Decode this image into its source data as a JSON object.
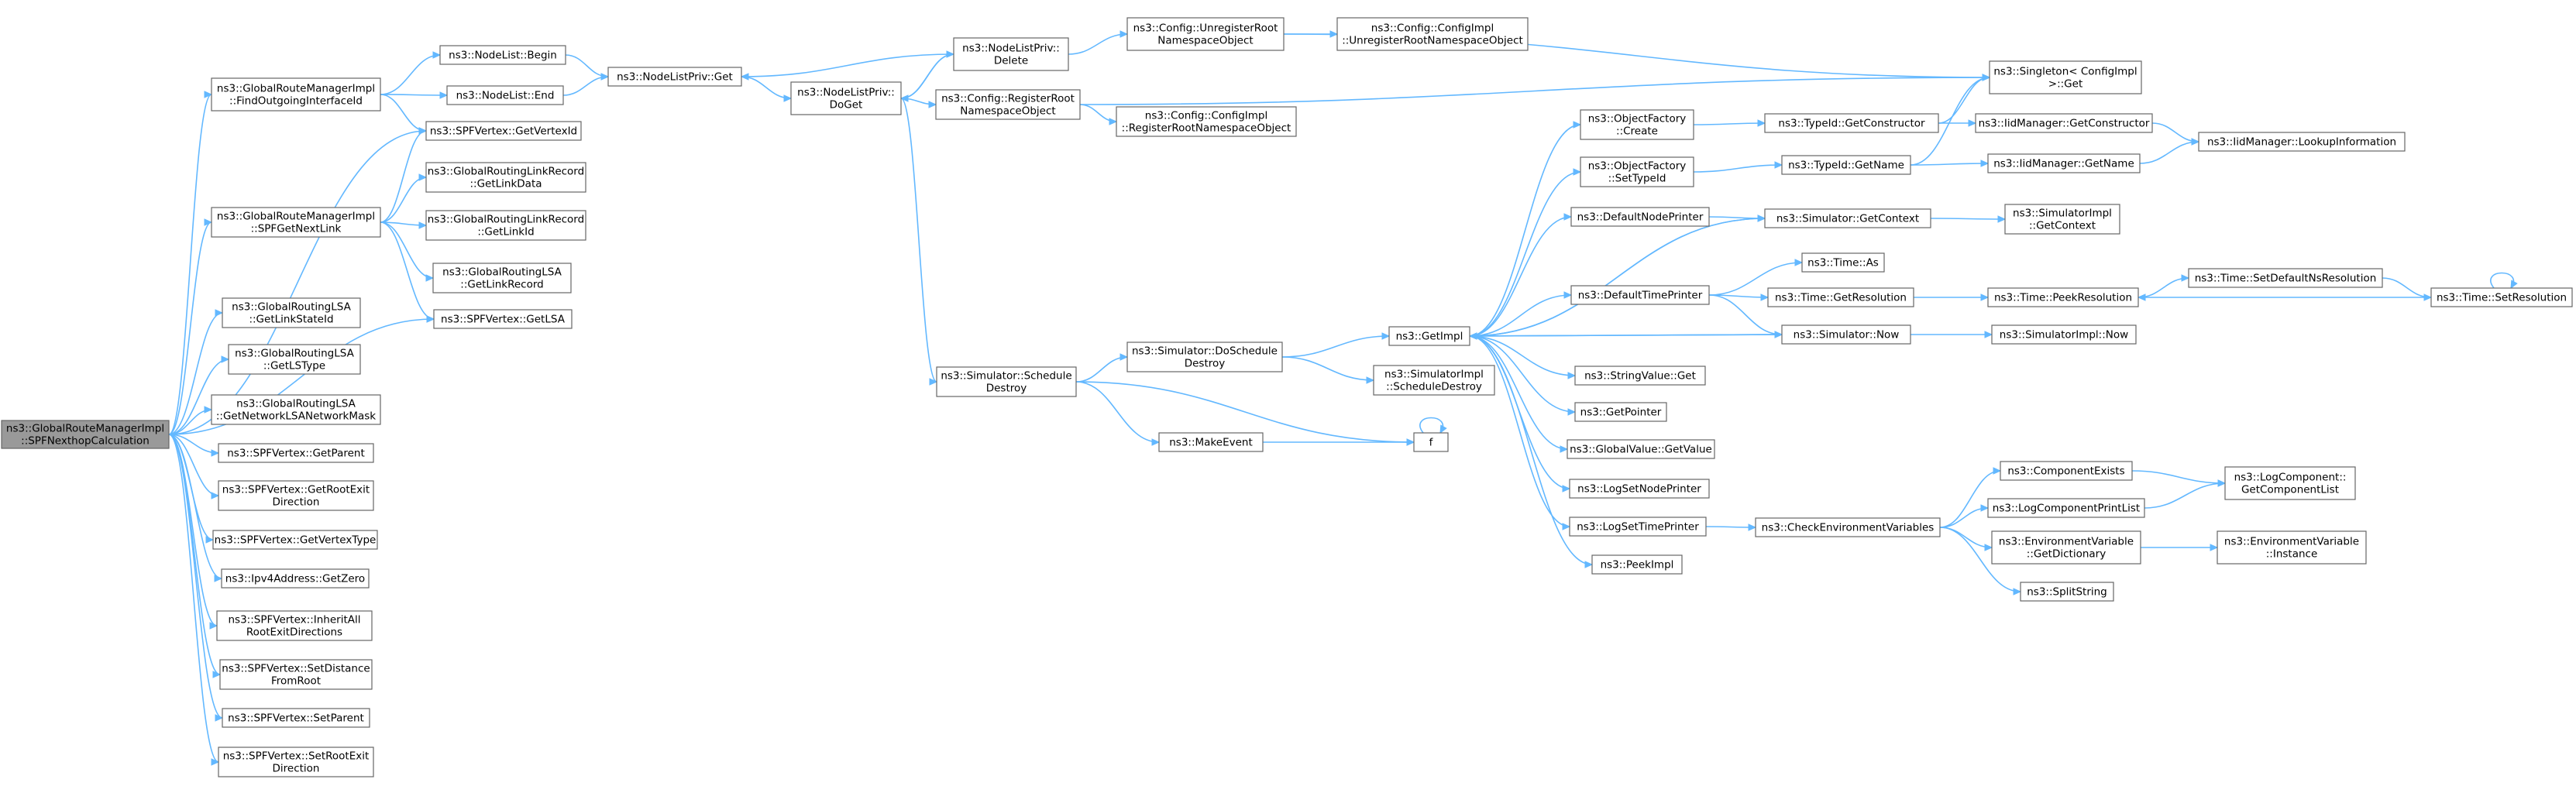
{
  "diagram": {
    "colors": {
      "edge": "#63b8ff",
      "node_border": "#666666",
      "root_fill": "#999999",
      "node_fill": "#ffffff"
    },
    "nodes": [
      {
        "id": "root",
        "lines": [
          "ns3::GlobalRouteManagerImpl",
          "::SPFNexthopCalculation"
        ],
        "root": true
      },
      {
        "id": "findOut",
        "lines": [
          "ns3::GlobalRouteManagerImpl",
          "::FindOutgoingInterfaceId"
        ]
      },
      {
        "id": "spfGetNext",
        "lines": [
          "ns3::GlobalRouteManagerImpl",
          "::SPFGetNextLink"
        ]
      },
      {
        "id": "lsaStateId",
        "lines": [
          "ns3::GlobalRoutingLSA",
          "::GetLinkStateId"
        ]
      },
      {
        "id": "lsaLSType",
        "lines": [
          "ns3::GlobalRoutingLSA",
          "::GetLSType"
        ]
      },
      {
        "id": "lsaMask",
        "lines": [
          "ns3::GlobalRoutingLSA",
          "::GetNetworkLSANetworkMask"
        ]
      },
      {
        "id": "vGetParent",
        "lines": [
          "ns3::SPFVertex::GetParent"
        ]
      },
      {
        "id": "vGetRootExit",
        "lines": [
          "ns3::SPFVertex::GetRootExit",
          "Direction"
        ]
      },
      {
        "id": "vGetType",
        "lines": [
          "ns3::SPFVertex::GetVertexType"
        ]
      },
      {
        "id": "ipv4Zero",
        "lines": [
          "ns3::Ipv4Address::GetZero"
        ]
      },
      {
        "id": "vInherit",
        "lines": [
          "ns3::SPFVertex::InheritAll",
          "RootExitDirections"
        ]
      },
      {
        "id": "vSetDist",
        "lines": [
          "ns3::SPFVertex::SetDistance",
          "FromRoot"
        ]
      },
      {
        "id": "vSetParent",
        "lines": [
          "ns3::SPFVertex::SetParent"
        ]
      },
      {
        "id": "vSetRootExit",
        "lines": [
          "ns3::SPFVertex::SetRootExit",
          "Direction"
        ]
      },
      {
        "id": "nlBegin",
        "lines": [
          "ns3::NodeList::Begin"
        ]
      },
      {
        "id": "nlEnd",
        "lines": [
          "ns3::NodeList::End"
        ]
      },
      {
        "id": "vGetVertexId",
        "lines": [
          "ns3::SPFVertex::GetVertexId"
        ]
      },
      {
        "id": "grlrLinkData",
        "lines": [
          "ns3::GlobalRoutingLinkRecord",
          "::GetLinkData"
        ]
      },
      {
        "id": "grlrLinkId",
        "lines": [
          "ns3::GlobalRoutingLinkRecord",
          "::GetLinkId"
        ]
      },
      {
        "id": "lsaLinkRecord",
        "lines": [
          "ns3::GlobalRoutingLSA",
          "::GetLinkRecord"
        ]
      },
      {
        "id": "vGetLSA",
        "lines": [
          "ns3::SPFVertex::GetLSA"
        ]
      },
      {
        "id": "nlpGet",
        "lines": [
          "ns3::NodeListPriv::Get"
        ]
      },
      {
        "id": "nlpDoGet",
        "lines": [
          "ns3::NodeListPriv::",
          "DoGet"
        ]
      },
      {
        "id": "nlpDelete",
        "lines": [
          "ns3::NodeListPriv::",
          "Delete"
        ]
      },
      {
        "id": "cfgRegister",
        "lines": [
          "ns3::Config::RegisterRoot",
          "NamespaceObject"
        ]
      },
      {
        "id": "cfgUnregister",
        "lines": [
          "ns3::Config::UnregisterRoot",
          "NamespaceObject"
        ]
      },
      {
        "id": "cfgImplUnreg",
        "lines": [
          "ns3::Config::ConfigImpl",
          "::UnregisterRootNamespaceObject"
        ]
      },
      {
        "id": "cfgImplReg",
        "lines": [
          "ns3::Config::ConfigImpl",
          "::RegisterRootNamespaceObject"
        ]
      },
      {
        "id": "singleton",
        "lines": [
          "ns3::Singleton< ConfigImpl",
          ">::Get"
        ]
      },
      {
        "id": "simSchedDestroy",
        "lines": [
          "ns3::Simulator::Schedule",
          "Destroy"
        ]
      },
      {
        "id": "simDoSched",
        "lines": [
          "ns3::Simulator::DoSchedule",
          "Destroy"
        ]
      },
      {
        "id": "simImplSched",
        "lines": [
          "ns3::SimulatorImpl",
          "::ScheduleDestroy"
        ]
      },
      {
        "id": "makeEvent",
        "lines": [
          "ns3::MakeEvent"
        ]
      },
      {
        "id": "f",
        "lines": [
          "f"
        ]
      },
      {
        "id": "getImpl",
        "lines": [
          "ns3::GetImpl"
        ]
      },
      {
        "id": "objFactCreate",
        "lines": [
          "ns3::ObjectFactory",
          "::Create"
        ]
      },
      {
        "id": "objFactSetType",
        "lines": [
          "ns3::ObjectFactory",
          "::SetTypeId"
        ]
      },
      {
        "id": "defNodePrinter",
        "lines": [
          "ns3::DefaultNodePrinter"
        ]
      },
      {
        "id": "defTimePrinter",
        "lines": [
          "ns3::DefaultTimePrinter"
        ]
      },
      {
        "id": "strValGet",
        "lines": [
          "ns3::StringValue::Get"
        ]
      },
      {
        "id": "getPointer",
        "lines": [
          "ns3::GetPointer"
        ]
      },
      {
        "id": "gvGetValue",
        "lines": [
          "ns3::GlobalValue::GetValue"
        ]
      },
      {
        "id": "logSetNode",
        "lines": [
          "ns3::LogSetNodePrinter"
        ]
      },
      {
        "id": "logSetTime",
        "lines": [
          "ns3::LogSetTimePrinter"
        ]
      },
      {
        "id": "peekImpl",
        "lines": [
          "ns3::PeekImpl"
        ]
      },
      {
        "id": "typeIdGetCons",
        "lines": [
          "ns3::TypeId::GetConstructor"
        ]
      },
      {
        "id": "typeIdGetName",
        "lines": [
          "ns3::TypeId::GetName"
        ]
      },
      {
        "id": "simGetContext",
        "lines": [
          "ns3::Simulator::GetContext"
        ]
      },
      {
        "id": "timeAs",
        "lines": [
          "ns3::Time::As"
        ]
      },
      {
        "id": "timeGetRes",
        "lines": [
          "ns3::Time::GetResolution"
        ]
      },
      {
        "id": "simNow",
        "lines": [
          "ns3::Simulator::Now"
        ]
      },
      {
        "id": "checkEnv",
        "lines": [
          "ns3::CheckEnvironmentVariables"
        ]
      },
      {
        "id": "iidGetCons",
        "lines": [
          "ns3::IidManager::GetConstructor"
        ]
      },
      {
        "id": "iidGetName",
        "lines": [
          "ns3::IidManager::GetName"
        ]
      },
      {
        "id": "iidLookup",
        "lines": [
          "ns3::IidManager::LookupInformation"
        ]
      },
      {
        "id": "simImplGetCtx",
        "lines": [
          "ns3::SimulatorImpl",
          "::GetContext"
        ]
      },
      {
        "id": "timePeekRes",
        "lines": [
          "ns3::Time::PeekResolution"
        ]
      },
      {
        "id": "simImplNow",
        "lines": [
          "ns3::SimulatorImpl::Now"
        ]
      },
      {
        "id": "timeSetDefNs",
        "lines": [
          "ns3::Time::SetDefaultNsResolution"
        ]
      },
      {
        "id": "timeSetRes",
        "lines": [
          "ns3::Time::SetResolution"
        ]
      },
      {
        "id": "compExists",
        "lines": [
          "ns3::ComponentExists"
        ]
      },
      {
        "id": "logCompPrint",
        "lines": [
          "ns3::LogComponentPrintList"
        ]
      },
      {
        "id": "envGetDict",
        "lines": [
          "ns3::EnvironmentVariable",
          "::GetDictionary"
        ]
      },
      {
        "id": "splitString",
        "lines": [
          "ns3::SplitString"
        ]
      },
      {
        "id": "logCompGetList",
        "lines": [
          "ns3::LogComponent::",
          "GetComponentList"
        ]
      },
      {
        "id": "envInstance",
        "lines": [
          "ns3::EnvironmentVariable",
          "::Instance"
        ]
      }
    ],
    "edges": [
      [
        "root",
        "findOut"
      ],
      [
        "root",
        "spfGetNext"
      ],
      [
        "root",
        "lsaStateId"
      ],
      [
        "root",
        "lsaLSType"
      ],
      [
        "root",
        "lsaMask"
      ],
      [
        "root",
        "vGetParent"
      ],
      [
        "root",
        "vGetRootExit"
      ],
      [
        "root",
        "vGetType"
      ],
      [
        "root",
        "ipv4Zero"
      ],
      [
        "root",
        "vInherit"
      ],
      [
        "root",
        "vSetDist"
      ],
      [
        "root",
        "vSetParent"
      ],
      [
        "root",
        "vSetRootExit"
      ],
      [
        "root",
        "vGetVertexId"
      ],
      [
        "root",
        "vGetLSA"
      ],
      [
        "findOut",
        "nlBegin"
      ],
      [
        "findOut",
        "nlEnd"
      ],
      [
        "findOut",
        "vGetVertexId"
      ],
      [
        "spfGetNext",
        "grlrLinkData"
      ],
      [
        "spfGetNext",
        "grlrLinkId"
      ],
      [
        "spfGetNext",
        "lsaLinkRecord"
      ],
      [
        "spfGetNext",
        "vGetLSA"
      ],
      [
        "spfGetNext",
        "vGetVertexId"
      ],
      [
        "nlBegin",
        "nlpGet"
      ],
      [
        "nlEnd",
        "nlpGet"
      ],
      [
        "nlpGet",
        "nlpDoGet"
      ],
      [
        "nlpDoGet",
        "nlpDelete"
      ],
      [
        "nlpDoGet",
        "cfgRegister"
      ],
      [
        "nlpDoGet",
        "simSchedDestroy"
      ],
      [
        "nlpDelete",
        "nlpDoGet"
      ],
      [
        "nlpDelete",
        "nlpGet"
      ],
      [
        "nlpDelete",
        "cfgUnregister"
      ],
      [
        "cfgUnregister",
        "cfgImplUnreg"
      ],
      [
        "cfgUnregister",
        "singleton"
      ],
      [
        "cfgRegister",
        "cfgImplReg"
      ],
      [
        "cfgRegister",
        "singleton"
      ],
      [
        "simSchedDestroy",
        "simDoSched"
      ],
      [
        "simSchedDestroy",
        "makeEvent"
      ],
      [
        "simSchedDestroy",
        "f"
      ],
      [
        "simDoSched",
        "getImpl"
      ],
      [
        "simDoSched",
        "simImplSched"
      ],
      [
        "makeEvent",
        "f"
      ],
      [
        "f",
        "f"
      ],
      [
        "getImpl",
        "objFactCreate"
      ],
      [
        "getImpl",
        "objFactSetType"
      ],
      [
        "getImpl",
        "defNodePrinter"
      ],
      [
        "getImpl",
        "defTimePrinter"
      ],
      [
        "getImpl",
        "strValGet"
      ],
      [
        "getImpl",
        "getPointer"
      ],
      [
        "getImpl",
        "gvGetValue"
      ],
      [
        "getImpl",
        "logSetNode"
      ],
      [
        "getImpl",
        "logSetTime"
      ],
      [
        "getImpl",
        "peekImpl"
      ],
      [
        "getImpl",
        "simGetContext"
      ],
      [
        "getImpl",
        "simNow"
      ],
      [
        "objFactCreate",
        "typeIdGetCons"
      ],
      [
        "objFactSetType",
        "typeIdGetName"
      ],
      [
        "typeIdGetCons",
        "iidGetCons"
      ],
      [
        "typeIdGetCons",
        "singleton"
      ],
      [
        "typeIdGetName",
        "iidGetName"
      ],
      [
        "typeIdGetName",
        "singleton"
      ],
      [
        "iidGetCons",
        "iidLookup"
      ],
      [
        "iidGetName",
        "iidLookup"
      ],
      [
        "defNodePrinter",
        "simGetContext"
      ],
      [
        "simGetContext",
        "simImplGetCtx"
      ],
      [
        "simGetContext",
        "getImpl"
      ],
      [
        "defTimePrinter",
        "timeAs"
      ],
      [
        "defTimePrinter",
        "timeGetRes"
      ],
      [
        "defTimePrinter",
        "simNow"
      ],
      [
        "timeGetRes",
        "timePeekRes"
      ],
      [
        "simNow",
        "simImplNow"
      ],
      [
        "simNow",
        "getImpl"
      ],
      [
        "timePeekRes",
        "timeSetDefNs"
      ],
      [
        "timeSetDefNs",
        "timeSetRes"
      ],
      [
        "timeSetRes",
        "timePeekRes"
      ],
      [
        "timeSetRes",
        "timeSetRes"
      ],
      [
        "logSetTime",
        "checkEnv"
      ],
      [
        "checkEnv",
        "compExists"
      ],
      [
        "checkEnv",
        "logCompPrint"
      ],
      [
        "checkEnv",
        "envGetDict"
      ],
      [
        "checkEnv",
        "splitString"
      ],
      [
        "compExists",
        "logCompGetList"
      ],
      [
        "logCompPrint",
        "logCompGetList"
      ],
      [
        "envGetDict",
        "envInstance"
      ]
    ]
  }
}
